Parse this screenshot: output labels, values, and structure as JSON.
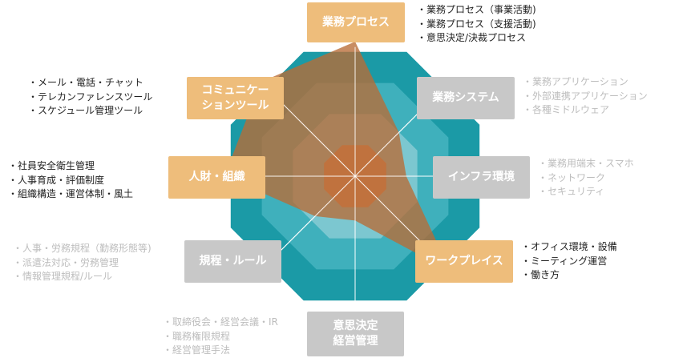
{
  "colors": {
    "outer": "#1b9aa6",
    "ring2": "#3fb0bc",
    "ring3": "#7cc7d0",
    "inner": "#d9885c",
    "shape": "#b96b36",
    "active_box": "#eebd7b",
    "inactive_box": "#c8c8c8",
    "active_text": "#222222",
    "inactive_text": "#bdbdbd"
  },
  "axes": [
    {
      "id": "business-process",
      "label": "業務プロセス",
      "active": true,
      "level": 1.0,
      "items": [
        "業務プロセス（事業活動)",
        "業務プロセス（支援活動)",
        "意思決定/決裁プロセス"
      ]
    },
    {
      "id": "business-system",
      "label": "業務システム",
      "active": false,
      "level": 0.46,
      "items": [
        "業務アプリケーション",
        "外部連携アプリケーション",
        "各種ミドルウェア"
      ]
    },
    {
      "id": "infrastructure",
      "label": "インフラ環境",
      "active": false,
      "level": 0.38,
      "items": [
        "業務用端末・スマホ",
        "ネットワーク",
        "セキュリティ"
      ]
    },
    {
      "id": "workplace",
      "label": "ワークプレイス",
      "active": true,
      "level": 1.0,
      "items": [
        "オフィス環境・設備",
        "ミーティング運営",
        "働き方"
      ]
    },
    {
      "id": "decision-management",
      "label": "意思決定\n経営管理",
      "active": false,
      "level": 0.33,
      "items": [
        "取締役会・経営会議・IR",
        "職務権限規程",
        "経営管理手法"
      ]
    },
    {
      "id": "rules",
      "label": "規程・ルール",
      "active": false,
      "level": 0.42,
      "items": [
        "人事・労務規程（勤務形態等)",
        "派遣法対応・労務管理",
        "情報管理規程/ルール"
      ]
    },
    {
      "id": "hr-org",
      "label": "人財・組織",
      "active": true,
      "level": 0.97,
      "items": [
        "社員安全衛生管理",
        "人事育成・評価制度",
        "組織構造・運営体制・風土"
      ]
    },
    {
      "id": "communication-tools",
      "label": "コミュニケー\nションツール",
      "active": true,
      "level": 0.99,
      "items": [
        "メール・電話・チャット",
        "テレカンファレンスツール",
        "スケジュール管理ツール"
      ]
    }
  ]
}
